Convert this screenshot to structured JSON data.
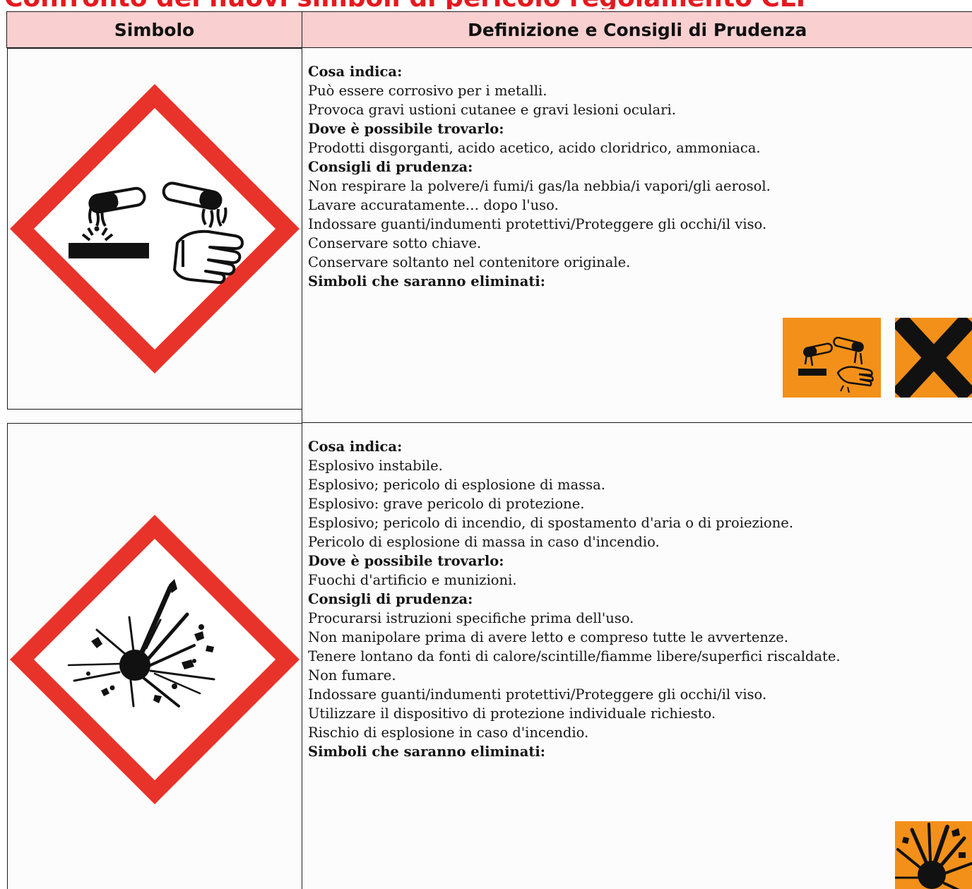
{
  "page_title": "Confronto dei nuovi simboli di pericolo regolamento CLP",
  "table": {
    "header_symbol": "Simbolo",
    "header_definition": "Definizione e Consigli di Prudenza"
  },
  "rows": [
    {
      "pictogram": "corrosion-icon",
      "labels": {
        "what": "Cosa indica:",
        "where": "Dove è possibile trovarlo:",
        "advice": "Consigli di prudenza:",
        "old": "Simboli che saranno eliminati:"
      },
      "what_lines": [
        "Può essere corrosivo per i metalli.",
        "Provoca gravi ustioni cutanee e gravi lesioni oculari."
      ],
      "where_lines": [
        "Prodotti disgorganti, acido acetico, acido cloridrico, ammoniaca."
      ],
      "advice_lines": [
        "Non respirare la polvere/i fumi/i gas/la nebbia/i vapori/gli aerosol.",
        "Lavare accuratamente… dopo l'uso.",
        "Indossare guanti/indumenti protettivi/Proteggere gli occhi/il viso.",
        "Conservare sotto chiave.",
        "Conservare soltanto nel contenitore originale."
      ],
      "old_symbols": [
        "old-corrosive-icon",
        "old-harmful-x-icon"
      ]
    },
    {
      "pictogram": "explosive-icon",
      "labels": {
        "what": "Cosa indica:",
        "where": "Dove è possibile trovarlo:",
        "advice": "Consigli di prudenza:",
        "old": "Simboli che saranno eliminati:"
      },
      "what_lines": [
        "Esplosivo instabile.",
        "Esplosivo; pericolo di esplosione di massa.",
        "Esplosivo: grave pericolo di protezione.",
        "Esplosivo; pericolo di incendio, di spostamento d'aria o di proiezione.",
        "Pericolo di esplosione di massa in caso d'incendio."
      ],
      "where_lines": [
        "Fuochi d'artificio e munizioni."
      ],
      "advice_lines": [
        "Procurarsi istruzioni specifiche prima dell'uso.",
        "Non manipolare prima di avere letto e compreso tutte le avvertenze.",
        "Tenere lontano da fonti di calore/scintille/fiamme libere/superfici riscaldate.",
        "Non fumare.",
        "Indossare guanti/indumenti protettivi/Proteggere gli occhi/il viso.",
        "Utilizzare il dispositivo di protezione individuale richiesto.",
        "Rischio di esplosione in caso d'incendio."
      ],
      "old_symbols": [
        "old-explosive-icon"
      ]
    }
  ],
  "colors": {
    "title_red": "#e5191e",
    "header_pink": "#f9cfd0",
    "ghs_red": "#e8332a",
    "old_orange": "#f39019"
  }
}
